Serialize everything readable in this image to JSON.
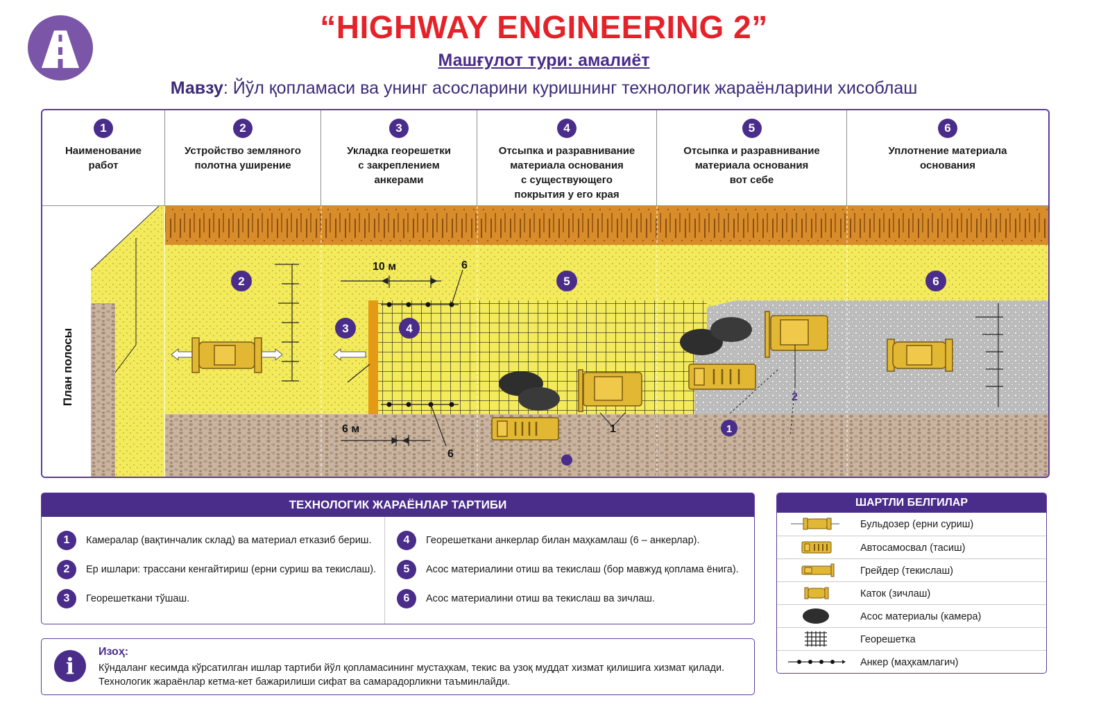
{
  "header": {
    "title": "“HIGHWAY ENGINEERING 2”",
    "subtitle": "Машғулот тури: амалиёт",
    "topic_label": "Мавзу",
    "topic_text": ": Йўл қопламаси ва унинг асосларини куришнинг технологик жараёнларини хисоблаш"
  },
  "table_header": [
    {
      "num": "1",
      "label": "Наименование\nработ"
    },
    {
      "num": "2",
      "label": "Устройство земляного\nполотна уширение"
    },
    {
      "num": "3",
      "label": "Укладка георешетки\nс закреплением\nанкерами"
    },
    {
      "num": "4",
      "label": "Отсыпка и разравнивание\nматериала основания\nс существующего\nпокрытия у его края"
    },
    {
      "num": "5",
      "label": "Отсыпка и разравнивание\nматериала основания\nвот себе"
    },
    {
      "num": "6",
      "label": "Уплотнение материала\nоснования"
    }
  ],
  "diagram": {
    "side_label": "План полосы",
    "zone_markers": [
      "2",
      "3",
      "4",
      "5",
      "6"
    ],
    "dim_10m": "10 м",
    "dim_6m": "6 м",
    "callout_6": "6",
    "callout_1": "1",
    "callout_2": "2",
    "marker_1": "1"
  },
  "process": {
    "title": "ТЕХНОЛОГИК ЖАРАЁНЛАР ТАРТИБИ",
    "steps": [
      {
        "num": "1",
        "text": "Камералар (вақтинчалик склад) ва материал етказиб бериш."
      },
      {
        "num": "2",
        "text": "Ер ишлари: трассани кенгайтириш (ерни суриш ва текислаш)."
      },
      {
        "num": "3",
        "text": "Георешеткани тўшаш."
      },
      {
        "num": "4",
        "text": "Георешеткани анкерлар билан маҳкамлаш (6 – анкерлар)."
      },
      {
        "num": "5",
        "text": "Асос материалини отиш ва текислаш (бор мавжуд қоплама ёнига)."
      },
      {
        "num": "6",
        "text": "Асос материалини отиш ва текислаш ва зичлаш."
      }
    ]
  },
  "legend": {
    "title": "ШАРТЛИ БЕЛГИЛАР",
    "items": [
      {
        "icon": "bulldozer-icon",
        "label": "Бульдозер (ерни суриш)"
      },
      {
        "icon": "dump-truck-icon",
        "label": "Автосамосвал (тасиш)"
      },
      {
        "icon": "grader-icon",
        "label": "Грейдер (текислаш)"
      },
      {
        "icon": "roller-icon",
        "label": "Каток (зичлаш)"
      },
      {
        "icon": "base-material-icon",
        "label": "Асос материалы (камера)"
      },
      {
        "icon": "geogrid-icon",
        "label": "Георешетка"
      },
      {
        "icon": "anchor-icon",
        "label": "Анкер (маҳкамлагич)"
      }
    ]
  },
  "note": {
    "title": "Изоҳ:",
    "text": "Кўндаланг кесимда кўрсатилган ишлар тартиби йўл қопламасининг мустаҳкам, текис  ва узоқ муддат хизмат қилишига хизмат қилади. Технологик жараёнлар кетма-кет бажарилиши сифат ва самарадорликни таъминлайди."
  },
  "colors": {
    "purple": "#4a2c8a",
    "red_title": "#e4222a",
    "orange_band": "#d98c2a",
    "yellow_zone": "#f3ea5c",
    "gravel": "#c8b4a0",
    "stone": "#bdbdbd",
    "machine": "#e2b733"
  }
}
